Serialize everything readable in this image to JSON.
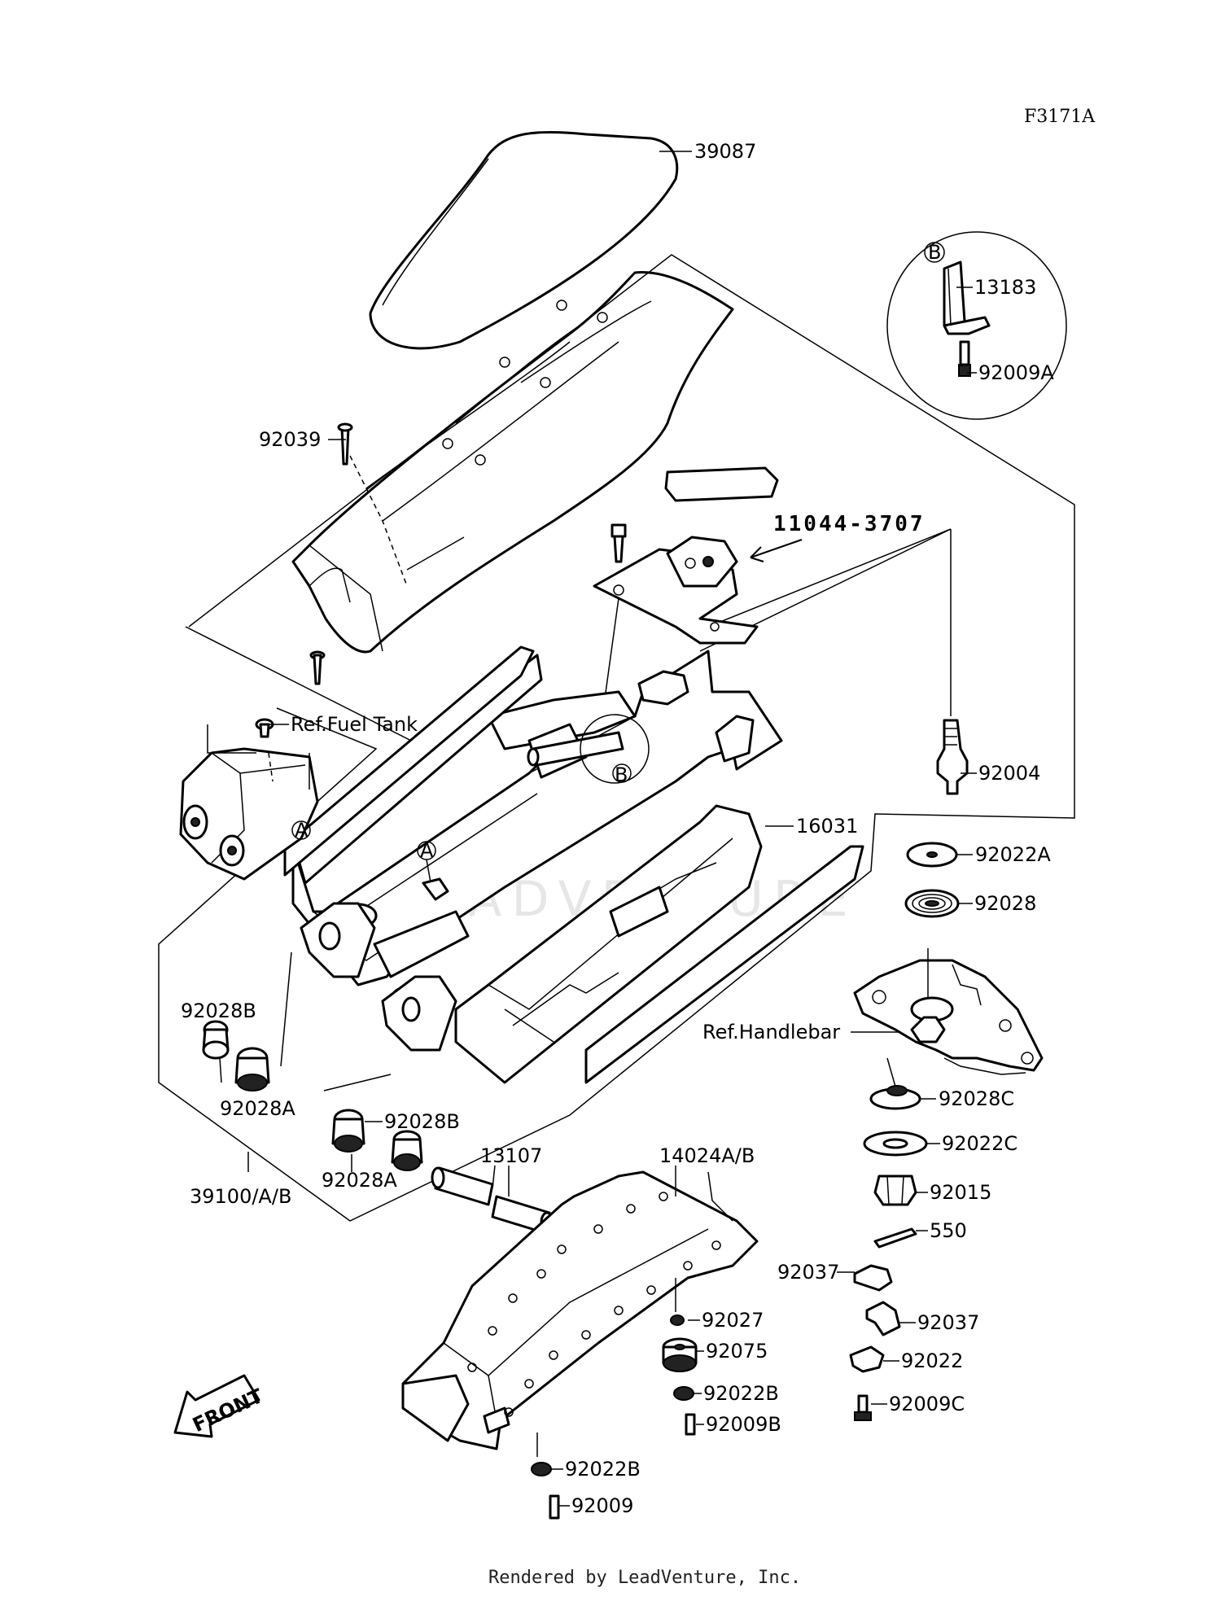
{
  "diagram": {
    "figure_code": "F3171A",
    "assembly_ref": "11044-3707",
    "watermark": "LEADVENTURE",
    "credit": "Rendered by LeadVenture, Inc.",
    "front_label": "FRONT",
    "callouts": {
      "a1": "A",
      "a2": "A",
      "b1": "B",
      "b2": "B"
    },
    "labels": [
      "39087",
      "13183",
      "92009A",
      "92039",
      "11044-3707",
      "Ref.Fuel Tank",
      "92004",
      "16031",
      "92022A",
      "92028",
      "92028B",
      "92028A",
      "Ref.Handlebar",
      "92028B",
      "92028A",
      "92028C",
      "92022C",
      "39100/A/B",
      "13107",
      "14024A/B",
      "92015",
      "550",
      "92037",
      "92037",
      "92027",
      "92075",
      "92022",
      "92022B",
      "92009B",
      "92009C",
      "92022B",
      "92009"
    ]
  }
}
